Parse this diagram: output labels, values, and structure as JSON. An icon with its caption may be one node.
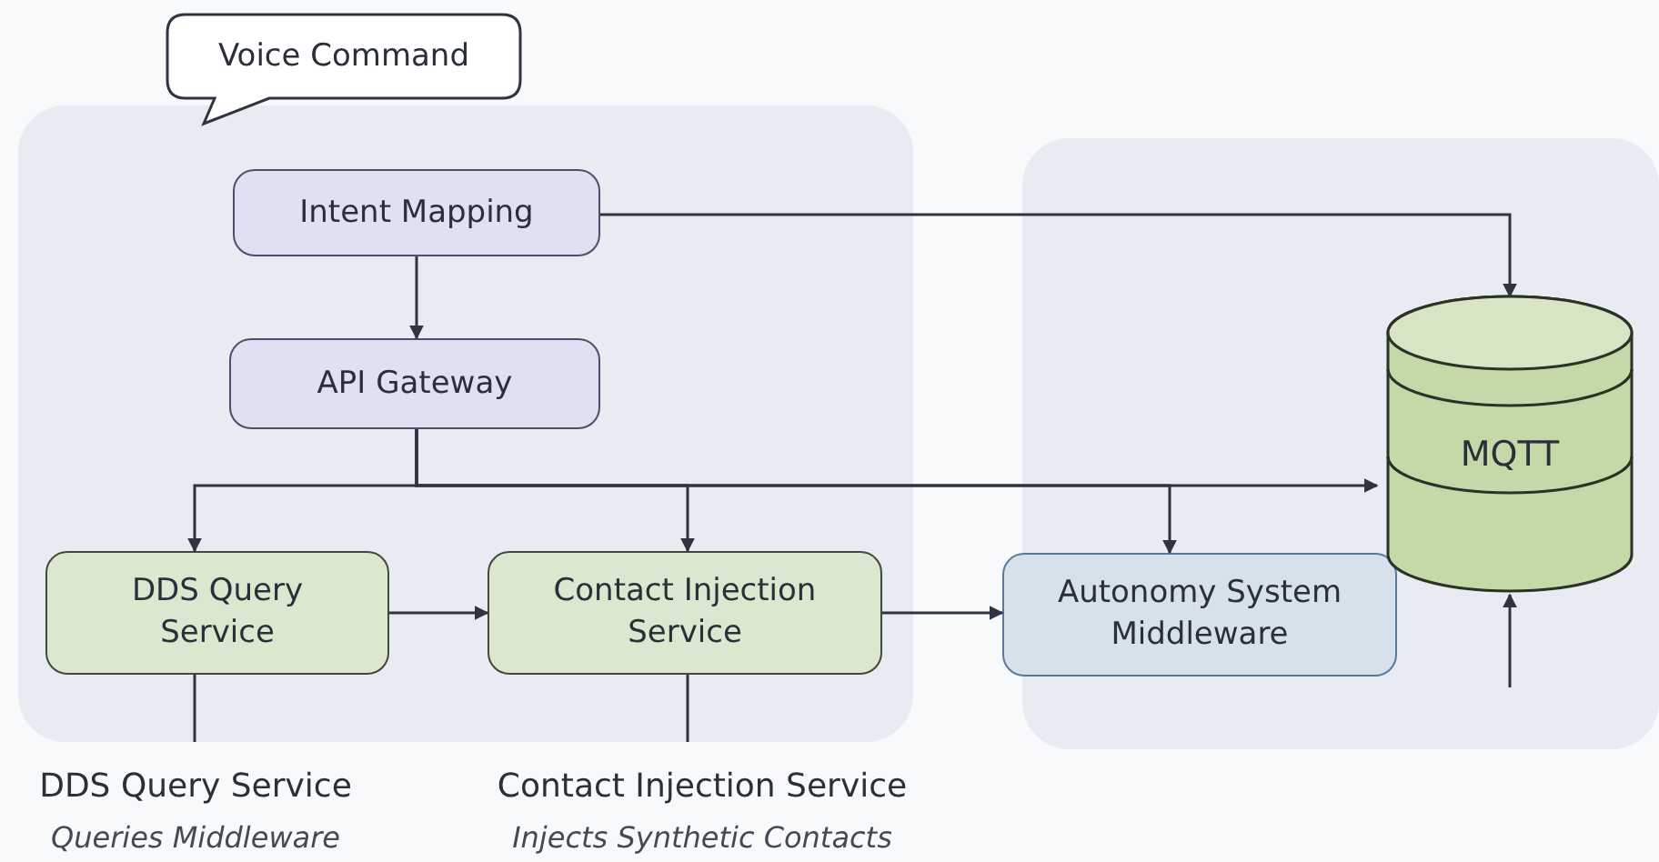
{
  "diagram": {
    "nodes": [
      {
        "text": [],
        "shape": "box"
      },
      {
        "text": [],
        "shape": "box"
      },
      {
        "text": [
          "Voice Command"
        ]
      },
      {
        "text": [
          "Intent Mapping"
        ],
        "in": 0
      },
      {
        "text": [
          "API Gateway"
        ],
        "in": 0
      },
      {
        "text": [
          "DDS Query Service"
        ],
        "in": 0
      },
      {
        "text": [
          "Contact Injection Service"
        ],
        "in": 0
      },
      {
        "text": [
          "Autonomy System Middleware"
        ],
        "in": 1
      },
      {
        "text": [
          "MQTT"
        ],
        "in": 1
      },
      {
        "text": [
          "DDS Query Service",
          "Queries Middleware"
        ]
      },
      {
        "text": [
          "Contact Injection Service",
          "Injects Synthetic Contacts"
        ]
      }
    ],
    "edges": [
      {
        "from": 3,
        "to": 8,
        "arrow": "to"
      },
      {
        "from": 3,
        "to": 4,
        "arrow": "to"
      },
      {
        "from": 4,
        "to": 5,
        "arrow": "to"
      },
      {
        "from": 4,
        "to": 6,
        "arrow": "to"
      },
      {
        "from": 4,
        "to": 7,
        "arrow": "to"
      },
      {
        "from": 4,
        "to": 8,
        "arrow": "to"
      },
      {
        "from": 5,
        "to": 6,
        "arrow": "to"
      },
      {
        "from": 6,
        "to": 7,
        "arrow": "to"
      },
      {
        "from": 5,
        "to": 9,
        "arrow": "none"
      },
      {
        "from": 6,
        "to": 10,
        "arrow": "none"
      },
      {
        "from": null,
        "to": 8,
        "arrow": "to"
      }
    ]
  }
}
